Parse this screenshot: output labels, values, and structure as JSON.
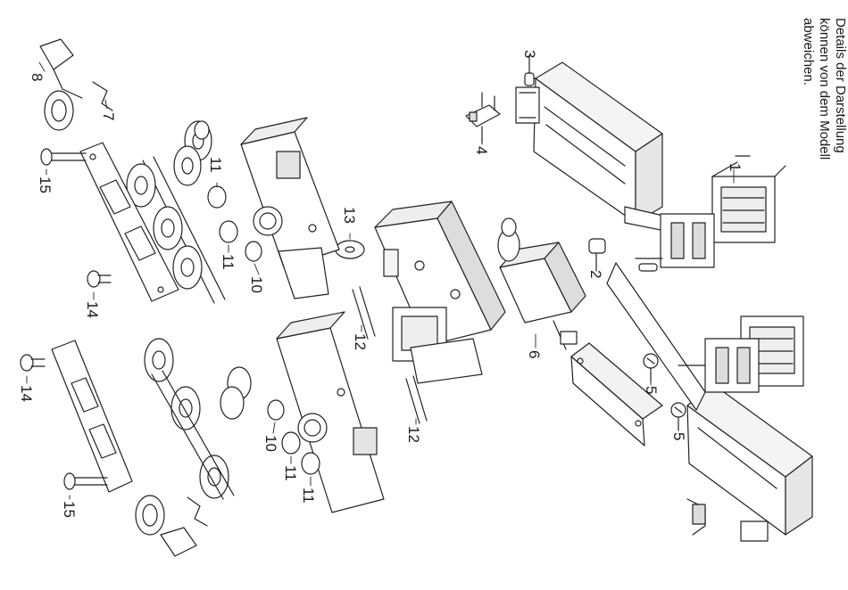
{
  "note": {
    "lines": [
      "Details der Darstellung",
      "können von dem Modell",
      "abweichen."
    ]
  },
  "parts": [
    {
      "id": "1",
      "label": "1"
    },
    {
      "id": "2",
      "label": "2"
    },
    {
      "id": "3",
      "label": "3"
    },
    {
      "id": "4",
      "label": "4"
    },
    {
      "id": "5a",
      "label": "5"
    },
    {
      "id": "5b",
      "label": "5"
    },
    {
      "id": "6",
      "label": "6"
    },
    {
      "id": "7",
      "label": "7"
    },
    {
      "id": "8",
      "label": "8"
    },
    {
      "id": "10a",
      "label": "10"
    },
    {
      "id": "10b",
      "label": "10"
    },
    {
      "id": "11a",
      "label": "11"
    },
    {
      "id": "11b",
      "label": "11"
    },
    {
      "id": "11c",
      "label": "11"
    },
    {
      "id": "11d",
      "label": "11"
    },
    {
      "id": "12a",
      "label": "12"
    },
    {
      "id": "12b",
      "label": "12"
    },
    {
      "id": "13",
      "label": "13"
    },
    {
      "id": "14a",
      "label": "14"
    },
    {
      "id": "14b",
      "label": "14"
    },
    {
      "id": "15a",
      "label": "15"
    },
    {
      "id": "15b",
      "label": "15"
    }
  ]
}
